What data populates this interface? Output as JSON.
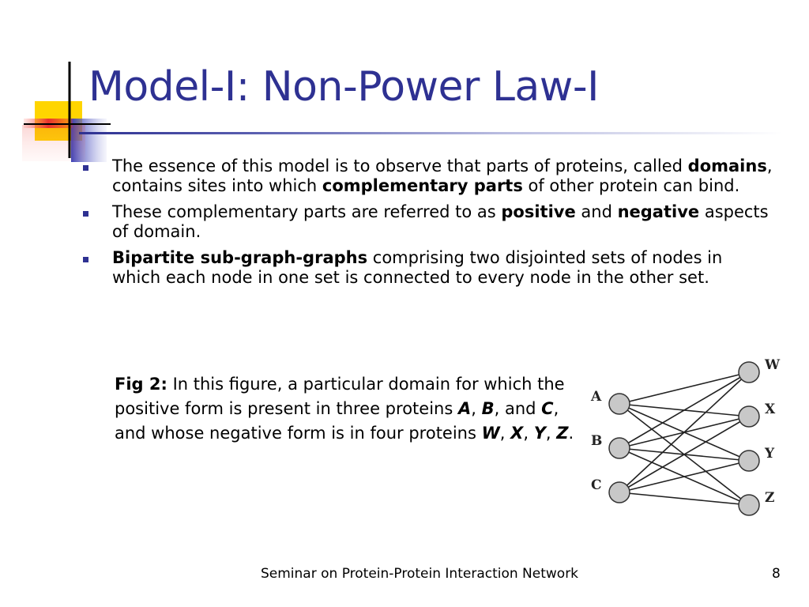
{
  "slide": {
    "title": "Model-I: Non-Power Law-I",
    "bullets": [
      {
        "segments": [
          {
            "text": "The essence of this model is to observe that parts of proteins, called ",
            "style": "normal"
          },
          {
            "text": "domains",
            "style": "bold"
          },
          {
            "text": ", contains sites into which ",
            "style": "normal"
          },
          {
            "text": "complementary parts",
            "style": "bold"
          },
          {
            "text": " of other protein can bind.",
            "style": "normal"
          }
        ]
      },
      {
        "segments": [
          {
            "text": "These complementary parts are referred to as ",
            "style": "normal"
          },
          {
            "text": "positive",
            "style": "bold"
          },
          {
            "text": " and ",
            "style": "normal"
          },
          {
            "text": "negative",
            "style": "bold"
          },
          {
            "text": " aspects of domain.",
            "style": "normal"
          }
        ]
      },
      {
        "segments": [
          {
            "text": "Bipartite sub-graph-graphs",
            "style": "bold"
          },
          {
            "text": " comprising two disjointed sets of nodes in which each node in one set is connected to every node in the other set.",
            "style": "normal"
          }
        ]
      }
    ],
    "caption": {
      "segments": [
        {
          "text": "Fig 2:",
          "style": "bold"
        },
        {
          "text": " In this figure, a particular domain for which the positive form is present in three proteins ",
          "style": "normal"
        },
        {
          "text": "A",
          "style": "bolditalic"
        },
        {
          "text": ", ",
          "style": "normal"
        },
        {
          "text": "B",
          "style": "bolditalic"
        },
        {
          "text": ", and ",
          "style": "normal"
        },
        {
          "text": "C",
          "style": "bolditalic"
        },
        {
          "text": ", and whose negative form is in four proteins ",
          "style": "normal"
        },
        {
          "text": "W",
          "style": "bolditalic"
        },
        {
          "text": ", ",
          "style": "normal"
        },
        {
          "text": "X",
          "style": "bolditalic"
        },
        {
          "text": ", ",
          "style": "normal"
        },
        {
          "text": "Y",
          "style": "bolditalic"
        },
        {
          "text": ", ",
          "style": "normal"
        },
        {
          "text": "Z",
          "style": "bolditalic"
        },
        {
          "text": ".",
          "style": "normal"
        }
      ]
    },
    "graph": {
      "left_nodes": [
        "A",
        "B",
        "C"
      ],
      "right_nodes": [
        "W",
        "X",
        "Y",
        "Z"
      ],
      "node_fill": "#c8c8c8",
      "edge_color": "#222222"
    },
    "footer": "Seminar on Protein-Protein Interaction Network",
    "page_number": "8",
    "colors": {
      "title": "#2e3192",
      "bullet": "#2e3192",
      "accent_yellow": "#ffd500",
      "accent_red": "#e8322f",
      "accent_blue": "#3a3fb5"
    }
  }
}
